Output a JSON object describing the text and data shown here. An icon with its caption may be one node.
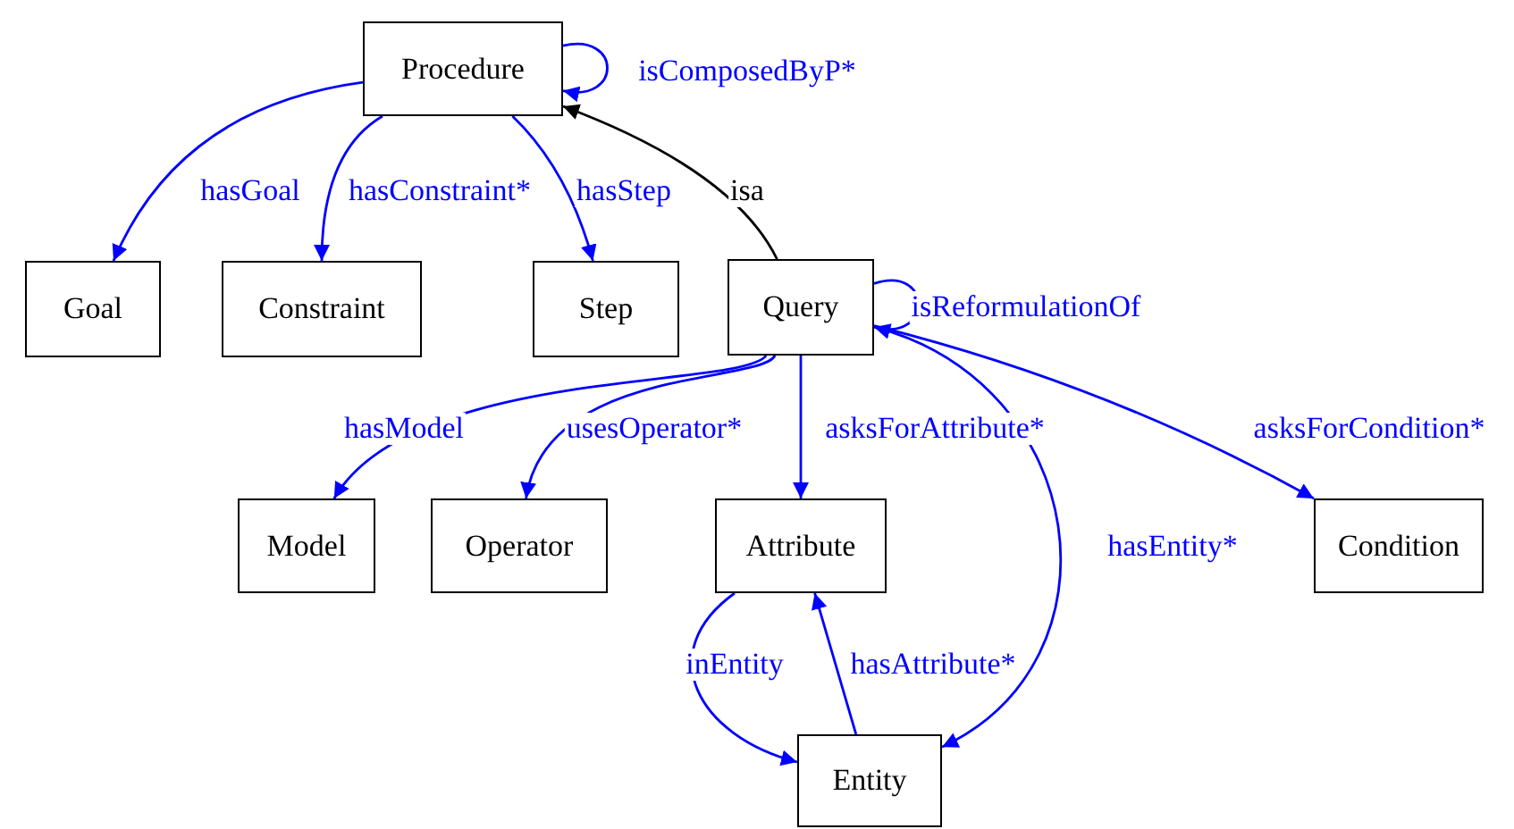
{
  "diagram": {
    "nodes": [
      {
        "text": [
          "Procedure"
        ]
      },
      {
        "text": [
          "Goal"
        ]
      },
      {
        "text": [
          "Constraint"
        ]
      },
      {
        "text": [
          "Step"
        ]
      },
      {
        "text": [
          "Query"
        ]
      },
      {
        "text": [
          "Model"
        ]
      },
      {
        "text": [
          "Operator"
        ]
      },
      {
        "text": [
          "Attribute"
        ]
      },
      {
        "text": [
          "Condition"
        ]
      },
      {
        "text": [
          "Entity"
        ]
      }
    ],
    "edges": [
      {
        "from": 0,
        "to": 0,
        "arrow": "to",
        "label": "isComposedByP*",
        "color": "#0000ff"
      },
      {
        "from": 0,
        "to": 1,
        "arrow": "to",
        "label": "hasGoal",
        "color": "#0000ff"
      },
      {
        "from": 0,
        "to": 2,
        "arrow": "to",
        "label": "hasConstraint*",
        "color": "#0000ff"
      },
      {
        "from": 0,
        "to": 3,
        "arrow": "to",
        "label": "hasStep",
        "color": "#0000ff"
      },
      {
        "from": 4,
        "to": 0,
        "arrow": "to",
        "label": "isa",
        "color": "#000000"
      },
      {
        "from": 4,
        "to": 4,
        "arrow": "to",
        "label": "isReformulationOf",
        "color": "#0000ff"
      },
      {
        "from": 4,
        "to": 5,
        "arrow": "to",
        "label": "hasModel",
        "color": "#0000ff"
      },
      {
        "from": 4,
        "to": 6,
        "arrow": "to",
        "label": "usesOperator*",
        "color": "#0000ff"
      },
      {
        "from": 4,
        "to": 7,
        "arrow": "to",
        "label": "asksForAttribute*",
        "color": "#0000ff"
      },
      {
        "from": 4,
        "to": 9,
        "arrow": "to",
        "label": "hasEntity*",
        "color": "#0000ff"
      },
      {
        "from": 4,
        "to": 8,
        "arrow": "to",
        "label": "asksForCondition*",
        "color": "#0000ff"
      },
      {
        "from": 7,
        "to": 9,
        "arrow": "to",
        "label": "inEntity",
        "color": "#0000ff"
      },
      {
        "from": 9,
        "to": 7,
        "arrow": "to",
        "label": "hasAttribute*",
        "color": "#0000ff"
      }
    ]
  }
}
